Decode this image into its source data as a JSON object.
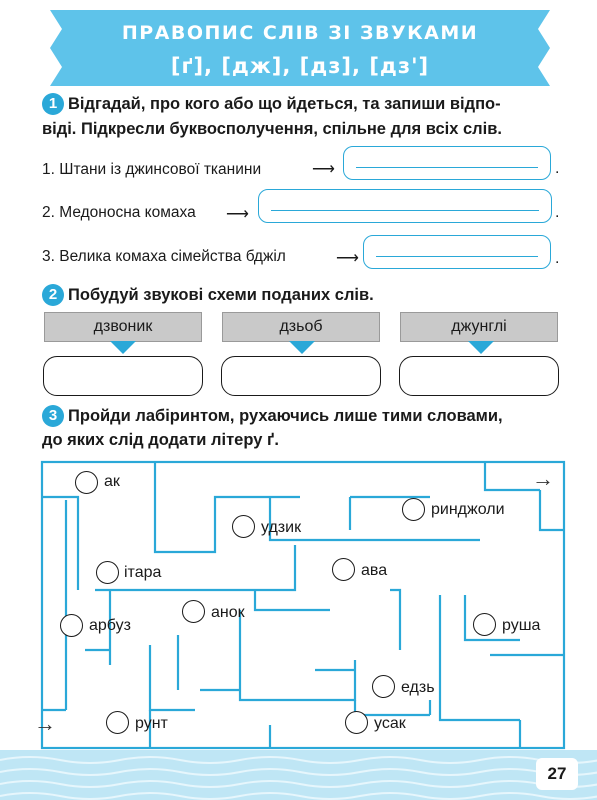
{
  "header": {
    "title": "ПРАВОПИС СЛІВ ЗІ ЗВУКАМИ",
    "sounds": "[ґ], [дж], [дз], [дз']"
  },
  "task1": {
    "number": "1",
    "line1": "Відгадай, про кого або що йдеться, та запиши відпо-",
    "line2": "віді. Підкресли буквосполучення, спільне для всіх слів.",
    "questions": [
      {
        "text": "1. Штани із джинсової тканини",
        "arrow": "⟶",
        "end": "."
      },
      {
        "text": "2. Медоносна комаха",
        "arrow": "⟶",
        "end": "."
      },
      {
        "text": "3. Велика комаха сімейства бджіл",
        "arrow": "⟶",
        "end": "."
      }
    ]
  },
  "task2": {
    "number": "2",
    "text": "Побудуй звукові схеми поданих слів.",
    "words": [
      "дзвоник",
      "дзьоб",
      "джунглі"
    ]
  },
  "task3": {
    "number": "3",
    "line1": "Пройди лабіринтом, рухаючись лише тими словами,",
    "line2": "до яких слід додати літеру ґ.",
    "arrow_in": "→",
    "arrow_out": "→",
    "words": [
      "ак",
      "удзик",
      "ринджоли",
      "ітара",
      "ава",
      "арбуз",
      "анок",
      "руша",
      "едзь",
      "рунт",
      "усак"
    ]
  },
  "colors": {
    "accent": "#2aa8d8",
    "banner": "#5ec3ea",
    "footer": "#bfe6f5"
  },
  "page": {
    "number": "27"
  }
}
